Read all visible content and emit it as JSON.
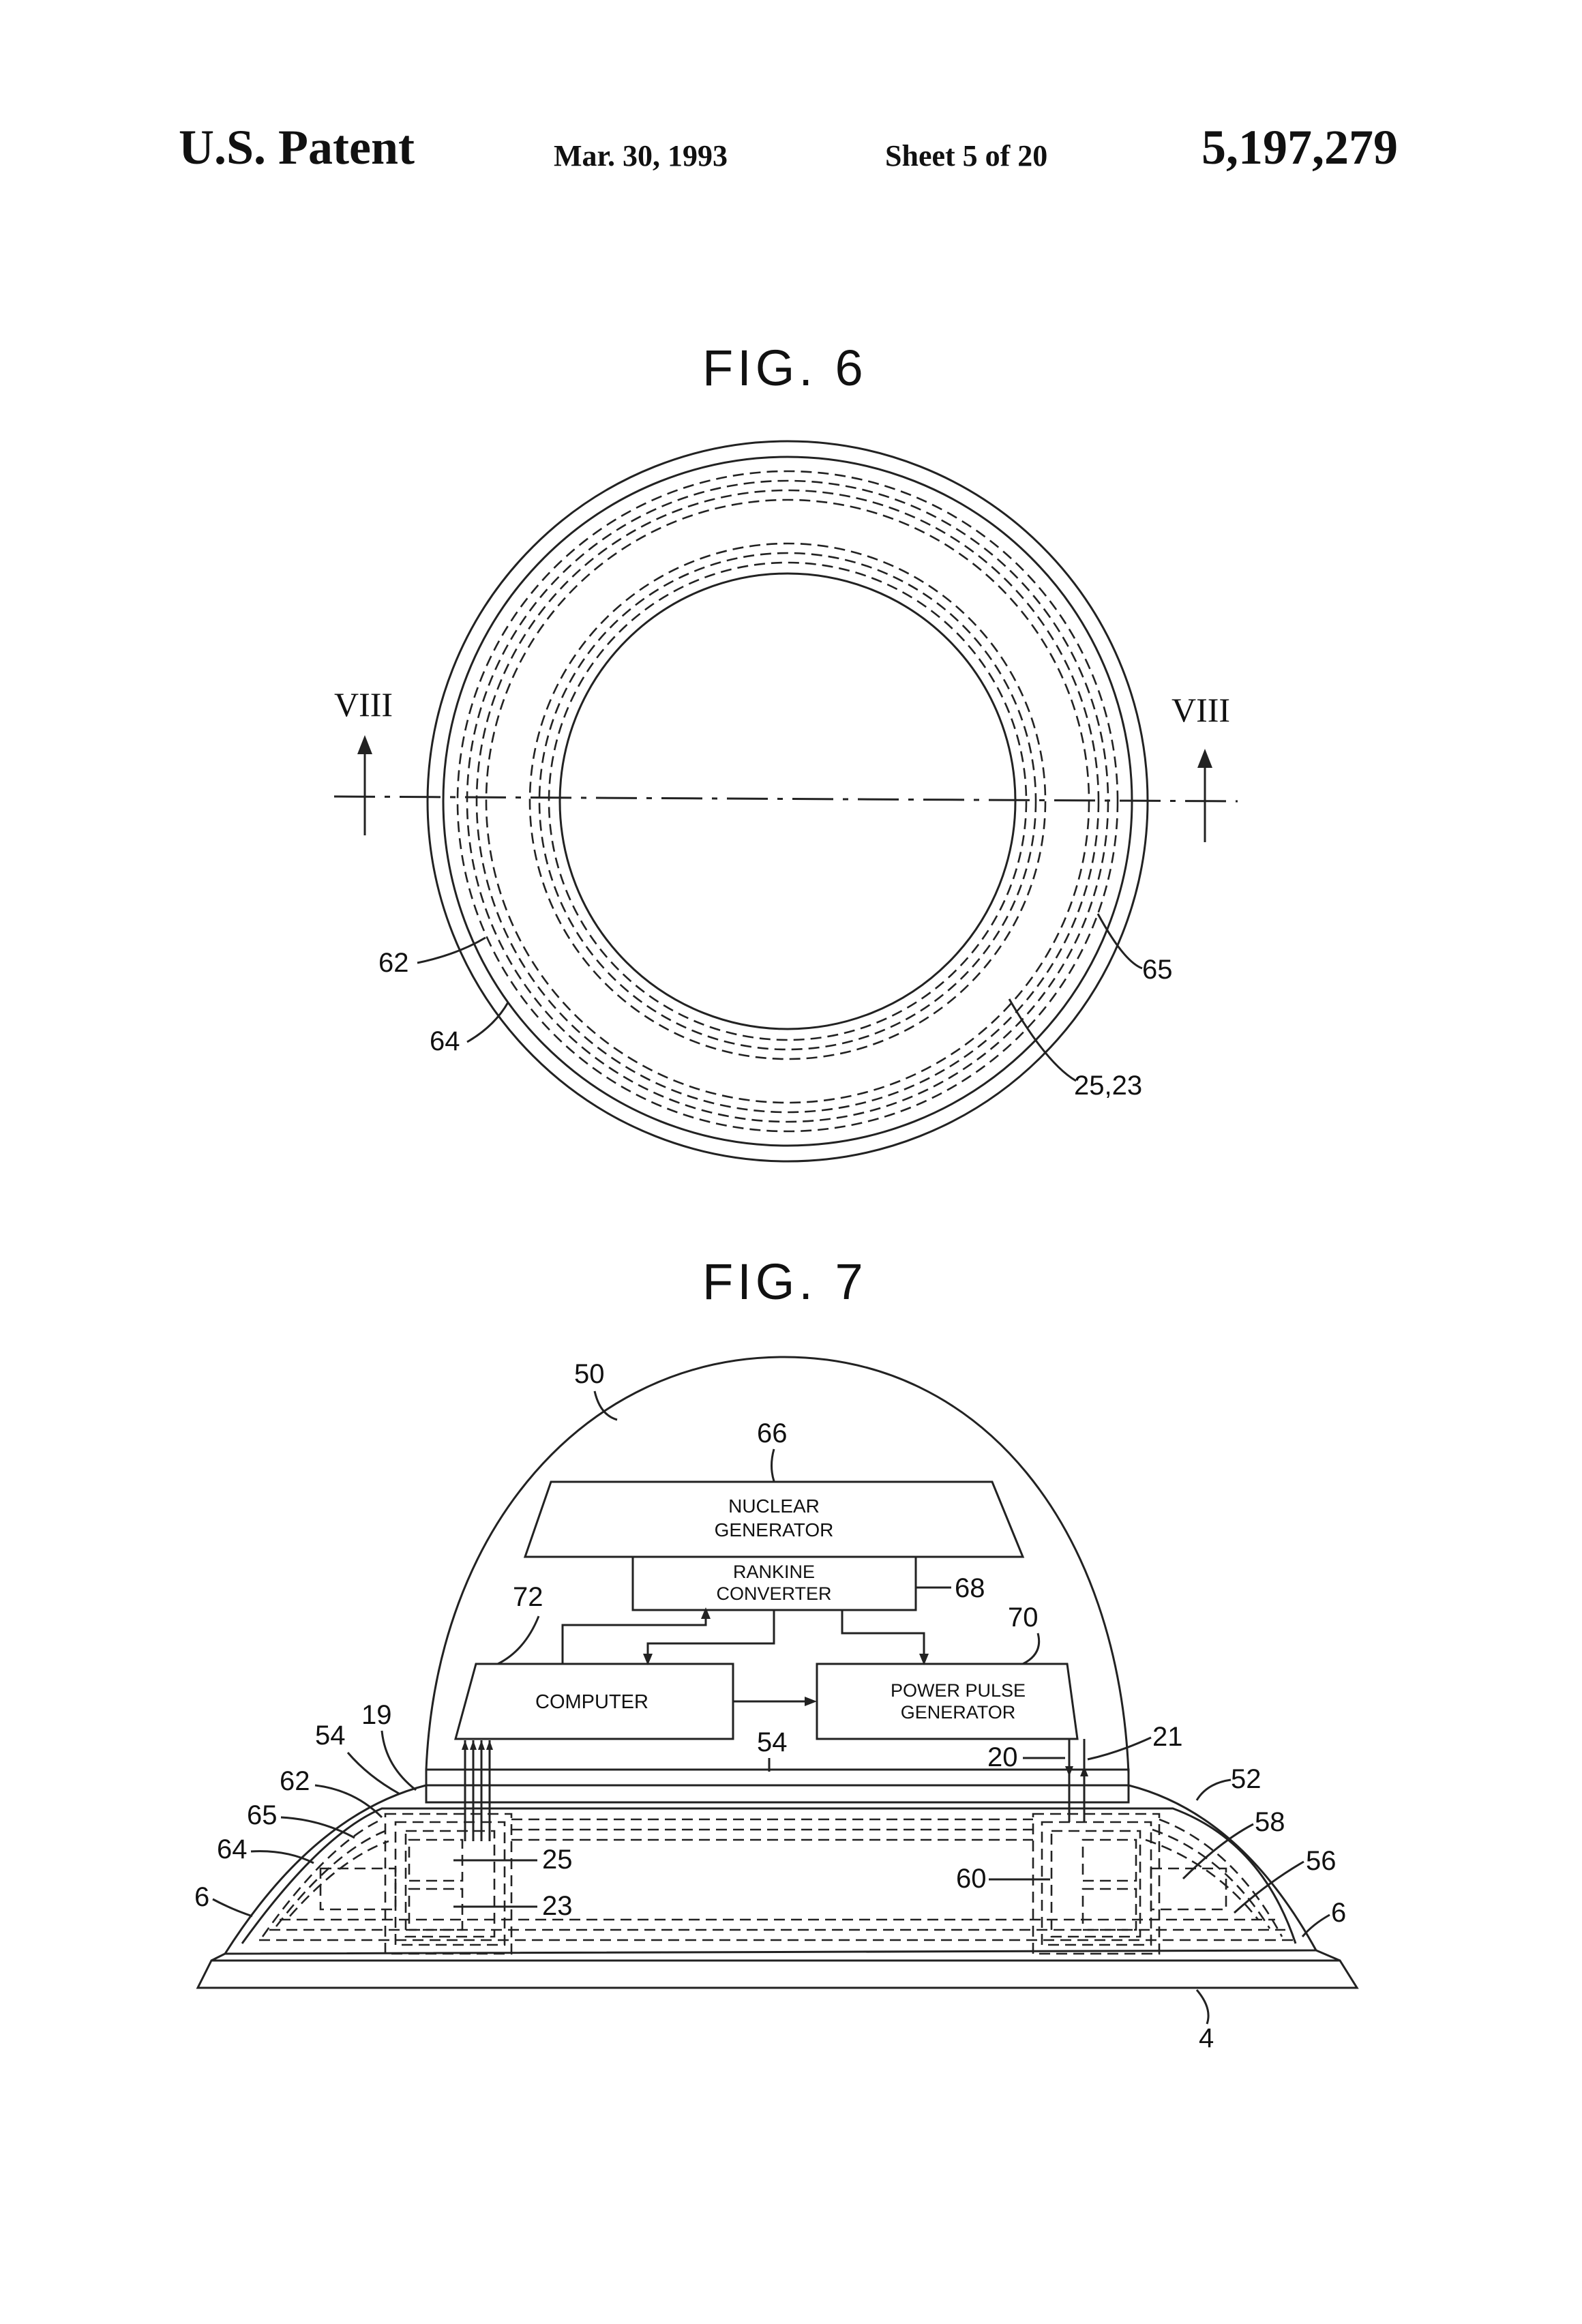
{
  "header": {
    "title": "U.S. Patent",
    "date": "Mar. 30, 1993",
    "sheet": "Sheet 5 of 20",
    "patent_number": "5,197,279"
  },
  "fig6": {
    "title": "FIG. 6",
    "section_left": "VIII",
    "section_right": "VIII",
    "labels": {
      "l62": "62",
      "l64": "64",
      "l65": "65",
      "l25_23": "25,23"
    }
  },
  "fig7": {
    "title": "FIG. 7",
    "boxes": {
      "nuclear_line1": "NUCLEAR",
      "nuclear_line2": "GENERATOR",
      "rankine_line1": "RANKINE",
      "rankine_line2": "CONVERTER",
      "computer": "COMPUTER",
      "pulse_line1": "POWER PULSE",
      "pulse_line2": "GENERATOR"
    },
    "labels": {
      "l50": "50",
      "l66": "66",
      "l68": "68",
      "l72": "72",
      "l70": "70",
      "l54a": "54",
      "l19": "19",
      "l54b": "54",
      "l21": "21",
      "l20": "20",
      "l52": "52",
      "l62": "62",
      "l65": "65",
      "l64": "64",
      "l6a": "6",
      "l25": "25",
      "l23": "23",
      "l60": "60",
      "l58": "58",
      "l56": "56",
      "l6b": "6",
      "l4": "4"
    }
  }
}
